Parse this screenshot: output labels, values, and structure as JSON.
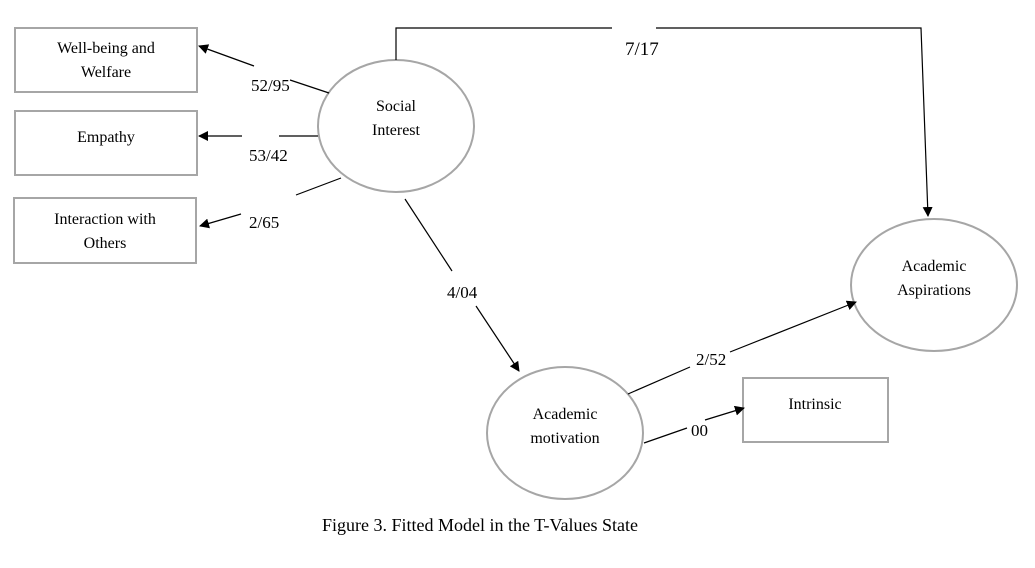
{
  "figure": {
    "caption": "Figure 3. Fitted Model in the T-Values State"
  },
  "nodes": {
    "wellbeing": {
      "type": "observed",
      "lines": [
        "Well-being and",
        "Welfare"
      ]
    },
    "empathy": {
      "type": "observed",
      "lines": [
        "Empathy"
      ]
    },
    "interaction": {
      "type": "observed",
      "lines": [
        "Interaction with",
        "Others"
      ]
    },
    "intrinsic": {
      "type": "observed",
      "lines": [
        "Intrinsic"
      ]
    },
    "social_interest": {
      "type": "latent",
      "lines": [
        "Social",
        "Interest"
      ]
    },
    "academic_motivation": {
      "type": "latent",
      "lines": [
        "Academic",
        "motivation"
      ]
    },
    "academic_aspirations": {
      "type": "latent",
      "lines": [
        "Academic",
        "Aspirations"
      ]
    }
  },
  "edges": {
    "si_to_wellbeing": {
      "from": "Social Interest",
      "to": "Well-being and Welfare",
      "t_value": "52/95"
    },
    "si_to_empathy": {
      "from": "Social Interest",
      "to": "Empathy",
      "t_value": "53/42"
    },
    "si_to_interaction": {
      "from": "Social Interest",
      "to": "Interaction with Others",
      "t_value": "2/65"
    },
    "si_to_aspirations": {
      "from": "Social Interest",
      "to": "Academic Aspirations",
      "t_value": "7/17"
    },
    "si_to_motivation": {
      "from": "Social Interest",
      "to": "Academic motivation",
      "t_value": "4/04"
    },
    "motivation_to_aspirations": {
      "from": "Academic motivation",
      "to": "Academic Aspirations",
      "t_value": "2/52"
    },
    "motivation_to_intrinsic": {
      "from": "Academic motivation",
      "to": "Intrinsic",
      "t_value": "00"
    }
  },
  "colors": {
    "node_stroke": "#a6a6a6",
    "edge": "#000000",
    "background": "#ffffff"
  }
}
